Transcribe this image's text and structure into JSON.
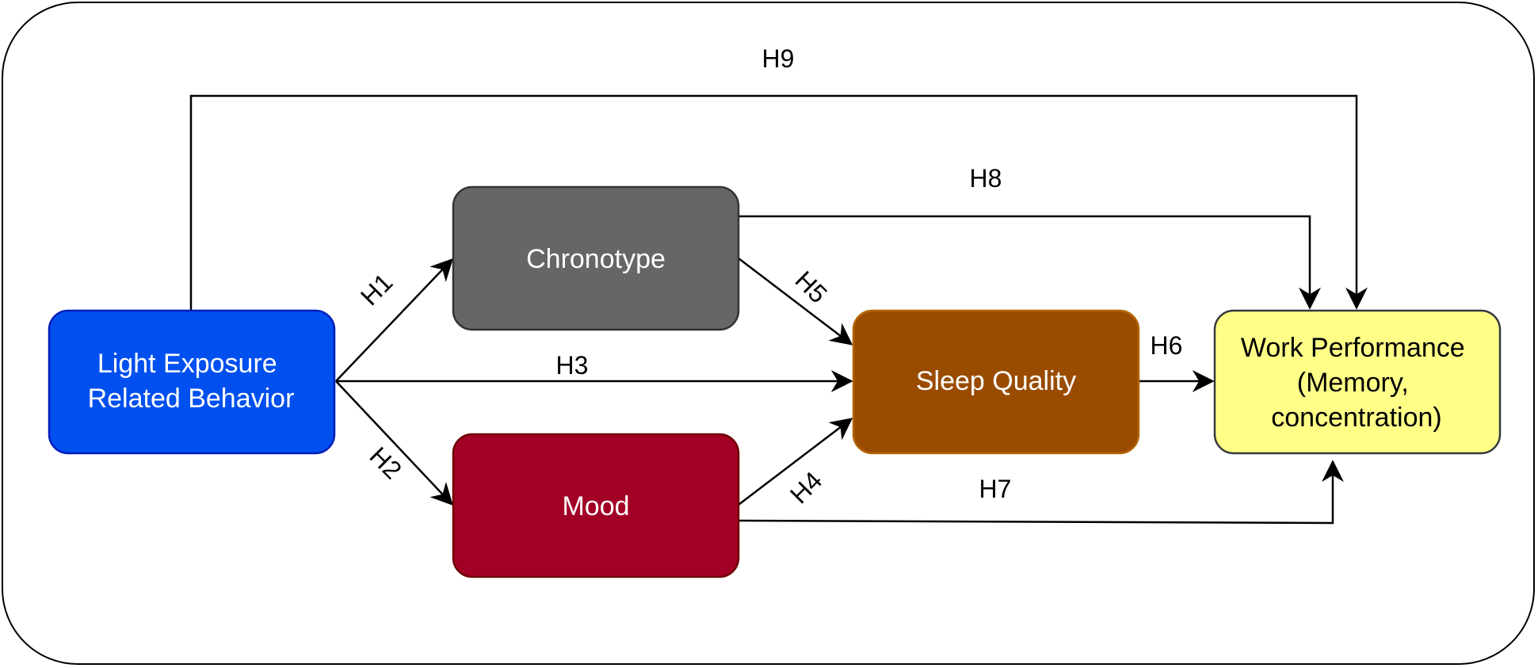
{
  "nodes": {
    "light": {
      "lines": [
        "Light Exposure",
        "Related Behavior"
      ],
      "fill": "#0050EF",
      "stroke": "#001DBC",
      "text_color": "#FFFFFF"
    },
    "chronotype": {
      "lines": [
        "Chronotype"
      ],
      "fill": "#666666",
      "stroke": "#333333",
      "text_color": "#FFFFFF"
    },
    "mood": {
      "lines": [
        "Mood"
      ],
      "fill": "#A20025",
      "stroke": "#6F0000",
      "text_color": "#FFFFFF"
    },
    "sleep": {
      "lines": [
        "Sleep Quality"
      ],
      "fill": "#994C00",
      "stroke": "#B46504",
      "text_color": "#FFFFFF"
    },
    "work": {
      "lines": [
        "Work Performance",
        "(Memory,",
        "concentration)"
      ],
      "fill": "#FFFF88",
      "stroke": "#36393D",
      "text_color": "#000000"
    }
  },
  "hypotheses": {
    "h1": "H1",
    "h2": "H2",
    "h3": "H3",
    "h4": "H4",
    "h5": "H5",
    "h6": "H6",
    "h7": "H7",
    "h8": "H8",
    "h9": "H9"
  }
}
